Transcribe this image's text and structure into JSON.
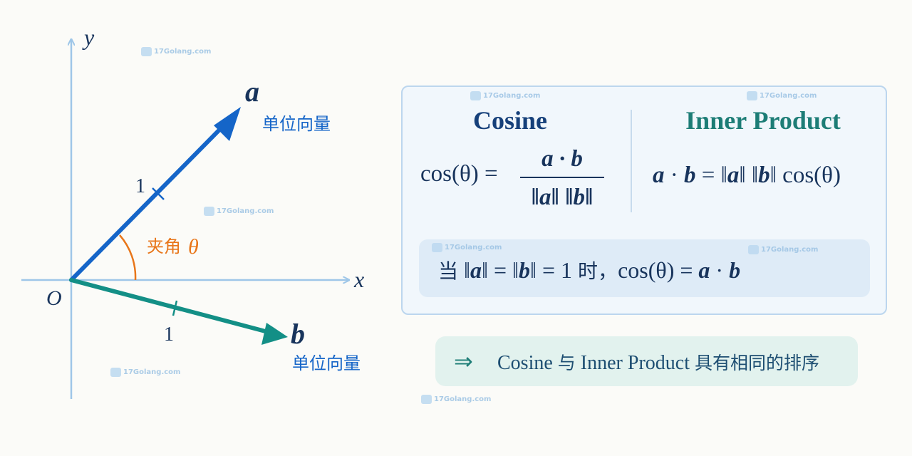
{
  "axes": {
    "x_label": "x",
    "y_label": "y",
    "origin_label": "O"
  },
  "vector_a": {
    "name": "a",
    "desc": "单位向量",
    "tick": "1",
    "color": "#1565c8"
  },
  "vector_b": {
    "name": "b",
    "desc": "单位向量",
    "tick": "1",
    "color": "#138f86"
  },
  "angle": {
    "label": "夹角",
    "symbol": "θ",
    "color": "#e8761a"
  },
  "cosine": {
    "heading": "Cosine",
    "lhs": "cos(θ) =",
    "numerator": "a · b",
    "denominator": "‖a‖ ‖b‖"
  },
  "inner_product": {
    "heading": "Inner Product",
    "a": "a",
    "dot": " · ",
    "b": "b",
    "eq": " = ‖",
    "a2": "a",
    "mid": "‖ ‖",
    "b2": "b",
    "tail": "‖ cos(θ)"
  },
  "note": {
    "prefix": "当",
    "norm_a_open": " ‖",
    "a": "a",
    "norm_a_close": "‖ = ‖",
    "b": "b",
    "norm_b_close": "‖ = 1 ",
    "when": "时，",
    "cos": "cos(θ) = ",
    "a2": "a",
    "dot": " · ",
    "b2": "b"
  },
  "conclusion": {
    "arrow": "⇒",
    "text_en1": "Cosine ",
    "text_cn1": "与",
    "text_en2": " Inner Product ",
    "text_cn2": "具有相同的排序"
  },
  "watermark": {
    "text": "17Golang.com"
  },
  "colors": {
    "axis": "#9ec6e8",
    "dark": "#18345c",
    "heading_blue": "#16407a",
    "heading_teal": "#1d7d76"
  }
}
